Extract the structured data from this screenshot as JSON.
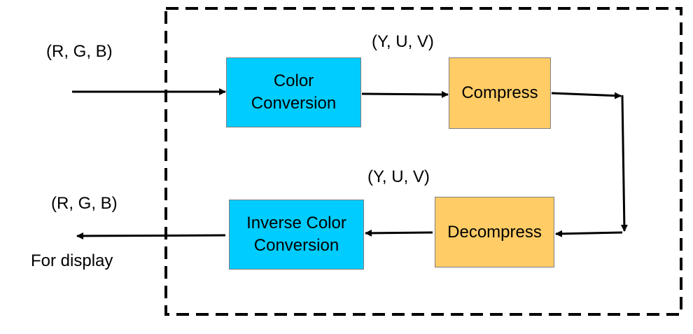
{
  "blocks": {
    "color_conversion": "Color\nConversion",
    "compress": "Compress",
    "decompress": "Decompress",
    "inverse_color_conversion": "Inverse Color\nConversion"
  },
  "labels": {
    "input_rgb": "(R, G, B)",
    "yuv_top": "(Y, U, V)",
    "yuv_bottom": "(Y, U, V)",
    "output_rgb": "(R, G, B)",
    "for_display": "For display"
  },
  "colors": {
    "conversion_fill": "#00ccff",
    "codec_fill": "#ffcc66"
  }
}
